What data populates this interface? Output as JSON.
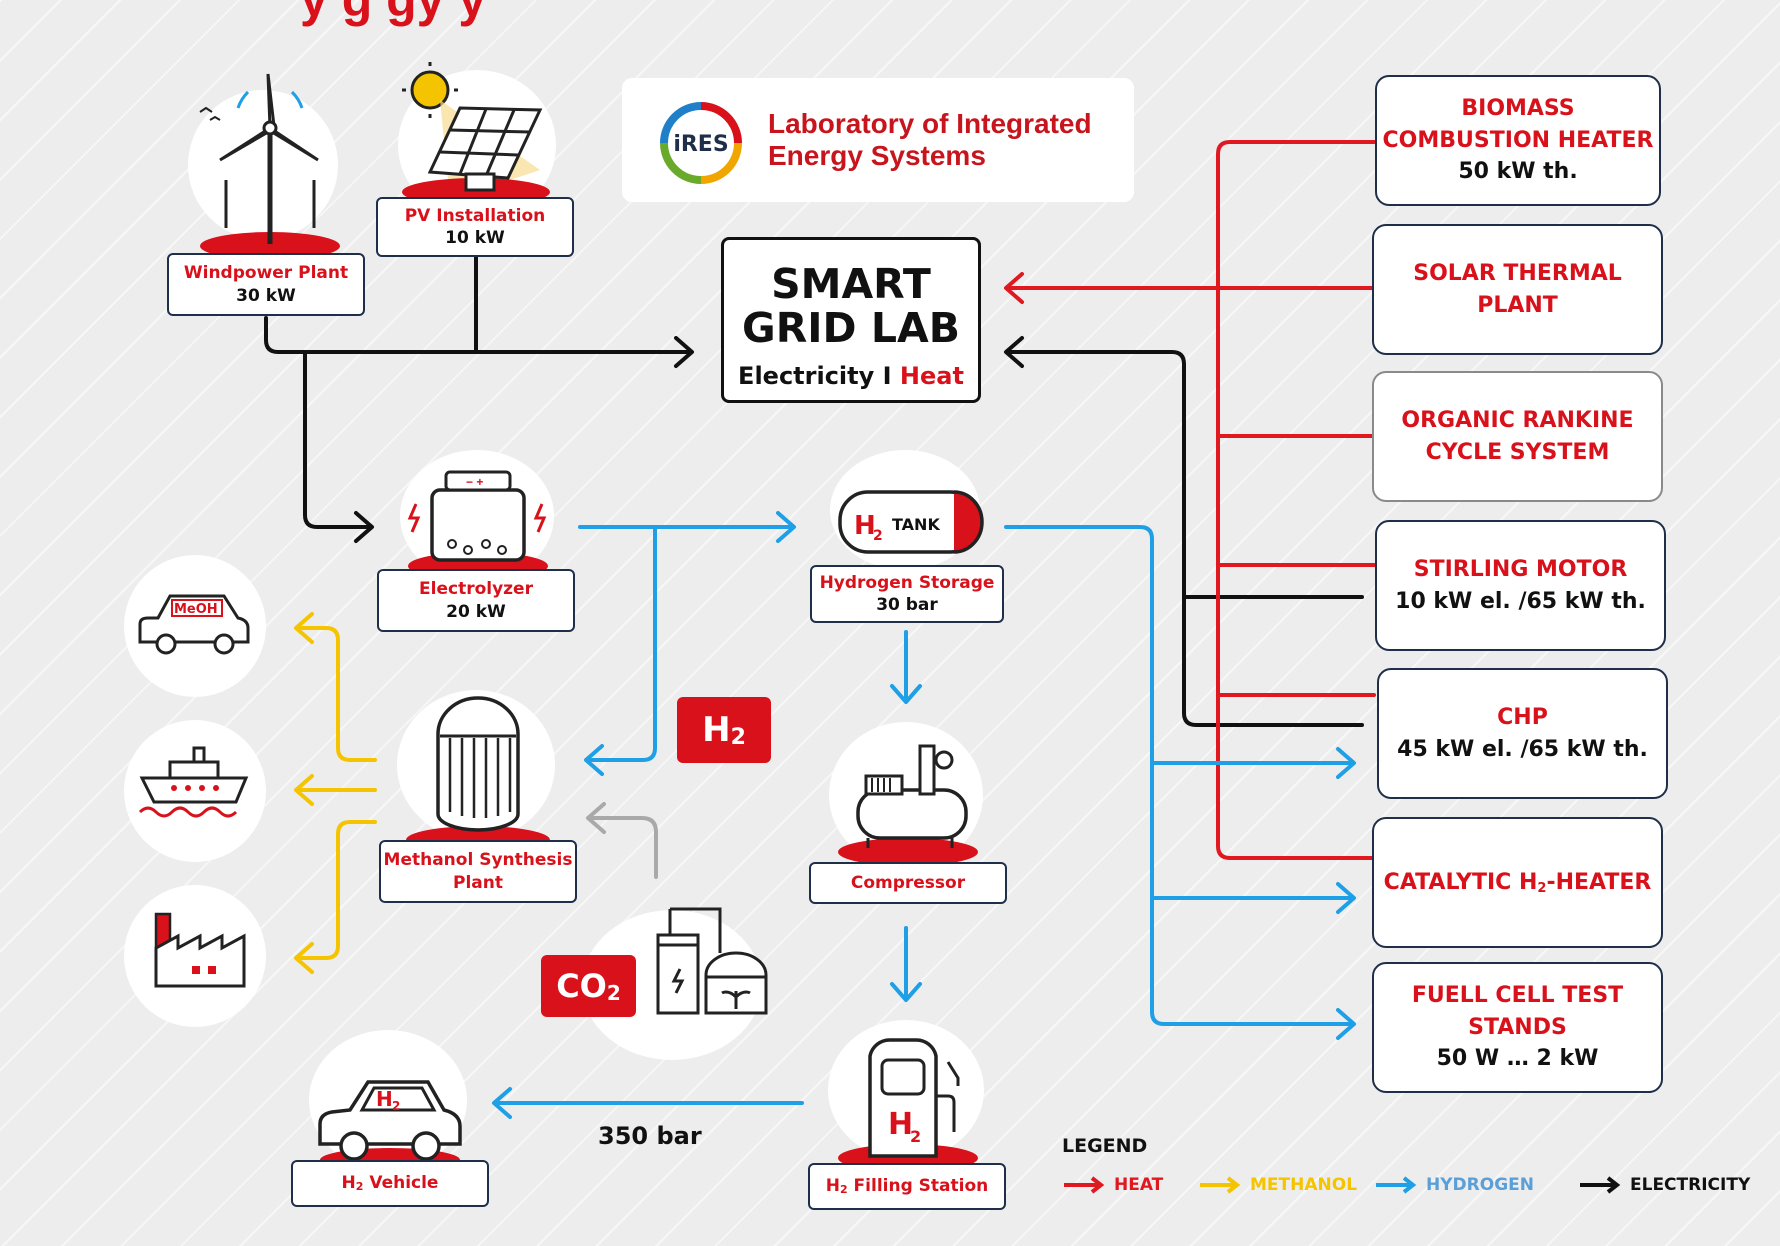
{
  "title": "y            g               gy y",
  "lab": {
    "name_line1": "Laboratory of Integrated",
    "name_line2": "Energy Systems",
    "logo_text": "iRES"
  },
  "smart_grid": {
    "line1": "SMART",
    "line2": "GRID LAB",
    "elec": "Electricity I ",
    "heat": "Heat"
  },
  "sources": {
    "wind": {
      "title": "Windpower Plant",
      "value": "30 kW"
    },
    "pv": {
      "title": "PV Installation",
      "value": "10 kW"
    }
  },
  "components": {
    "electrolyzer": {
      "title": "Electrolyzer",
      "value": "20 kW"
    },
    "hydrogen_storage": {
      "title": "Hydrogen Storage",
      "value": "30 bar",
      "tank_label": "TANK"
    },
    "methanol": {
      "title_line1": "Methanol Synthesis",
      "title_line2": "Plant"
    },
    "compressor": {
      "title": "Compressor"
    },
    "filling": {
      "title": "Filling Station",
      "prefix": "H",
      "sub": "2"
    },
    "vehicle": {
      "title": "Vehicle",
      "prefix": "H",
      "sub": "2"
    }
  },
  "tags": {
    "h2": "H",
    "h2_sub": "2",
    "co2": "CO",
    "co2_sub": "2",
    "meoh": "MeOH",
    "pump_h2": "H",
    "car_h2": "H"
  },
  "pressure_label": "350 bar",
  "consumers": [
    {
      "title": [
        "BIOMASS",
        "COMBUSTION HEATER"
      ],
      "value": "50 kW th."
    },
    {
      "title": [
        "SOLAR THERMAL",
        "PLANT"
      ],
      "value": ""
    },
    {
      "title": [
        "ORGANIC RANKINE",
        "CYCLE SYSTEM"
      ],
      "value": ""
    },
    {
      "title": [
        "STIRLING MOTOR"
      ],
      "value": "10 kW el. /65 kW th."
    },
    {
      "title": [
        "CHP"
      ],
      "value": "45 kW el. /65 kW th."
    },
    {
      "title": [
        "CATALYTIC H"
      ],
      "sub": "2",
      "title_suffix": "-HEATER",
      "value": ""
    },
    {
      "title": [
        "FUELL CELL TEST",
        "STANDS"
      ],
      "value": "50 W … 2 kW"
    }
  ],
  "legend": {
    "title": "LEGEND",
    "items": [
      {
        "label": "HEAT",
        "color": "#e01820"
      },
      {
        "label": "METHANOL",
        "color": "#f5c400"
      },
      {
        "label": "HYDROGEN",
        "color": "#1fa0e6"
      },
      {
        "label": "ELECTRICITY",
        "color": "#111111"
      }
    ]
  },
  "colors": {
    "heat": "#e01820",
    "methanol": "#f5c400",
    "hydrogen": "#1fa0e6",
    "electricity": "#111111",
    "accent": "#d8111b"
  }
}
